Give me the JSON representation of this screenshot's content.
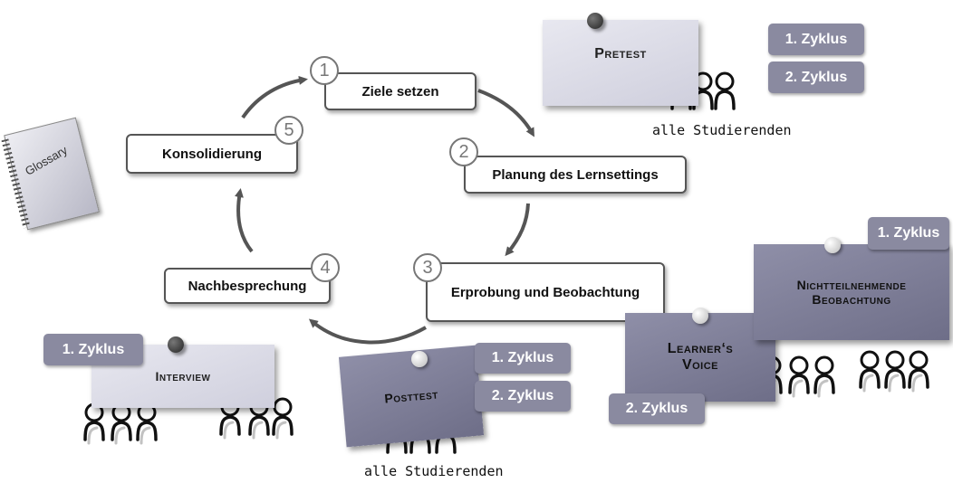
{
  "cycle": {
    "steps": [
      {
        "number": "1",
        "label": "Ziele setzen"
      },
      {
        "number": "2",
        "label": "Planung des Lernsettings"
      },
      {
        "number": "3",
        "label": "Erprobung und Beobachtung"
      },
      {
        "number": "4",
        "label": "Nachbesprechung"
      },
      {
        "number": "5",
        "label": "Konsolidierung"
      }
    ]
  },
  "glossary": {
    "label": "Glossary"
  },
  "pretest": {
    "title": "Pretest",
    "caption": "alle Studierenden",
    "badges": [
      "1. Zyklus",
      "2. Zyklus"
    ]
  },
  "posttest": {
    "title": "Posttest",
    "caption": "alle Studierenden",
    "badges": [
      "1. Zyklus",
      "2. Zyklus"
    ]
  },
  "interview": {
    "title": "Interview",
    "badge": "1. Zyklus"
  },
  "learners_voice": {
    "title_line1": "Learner‘s",
    "title_line2": "Voice",
    "badge": "2. Zyklus"
  },
  "observation": {
    "title_line1": "Nichtteilnehmende",
    "title_line2": "Beobachtung",
    "badge": "1. Zyklus"
  },
  "colors": {
    "badge": "#8a8aa0",
    "note_light": "#dcdce6",
    "note_dark": "#7e7e98",
    "arrow": "#555555"
  }
}
